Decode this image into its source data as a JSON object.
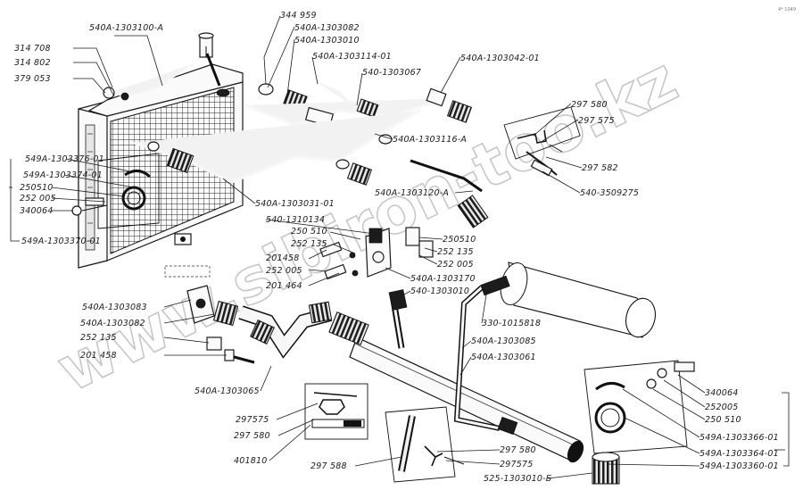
{
  "watermark": "www.sibiron-too.kz",
  "page_mark": "4* 1049",
  "labels": {
    "p540a_1303100_a": "540A-1303100-A",
    "p314708": "314 708",
    "p314802": "314 802",
    "p379053": "379 053",
    "p344959": "344 959",
    "p540a_1303082_top": "540A-1303082",
    "p540a_1303010_top": "540A-1303010",
    "p540a_1303114_01": "540A-1303114-01",
    "p540_1303067": "540-1303067",
    "p540a_1303042_01": "540A-1303042-01",
    "p297580_top": "297 580",
    "p297575_top": "297 575",
    "p297582": "297 582",
    "p540_3509275": "540-3509275",
    "p540a_1303116_a": "540A-1303116-A",
    "p540a_1303120_a": "540A-1303120-A",
    "p540a_1303031_01": "540A-1303031-01",
    "p549a_1303376_01": "549A-1303376-01",
    "p549a_1303374_01": "549A-1303374-01",
    "p250510_left": "250510",
    "p252005_left": "252 005",
    "p340064_left": "340064",
    "p549a_1303370_01": "549A-1303370-01",
    "p540_1310134": "540-1310134",
    "p250510_mid": "250 510",
    "p252135_mid": "252 135",
    "p201458_mid": "201458",
    "p252005_mid": "252 005",
    "p201464": "201 464",
    "p250510_right": "250510",
    "p252135_right": "252 135",
    "p252005_right": "252 005",
    "p540a_1303170": "540A-1303170",
    "p540_1303010_mid": "540-1303010",
    "p540a_1303083": "540A-1303083",
    "p540a_1303082_left": "540A-1303082",
    "p252135_left": "252 135",
    "p201458_left": "201 458",
    "p330_1015818": "330-1015818",
    "p540a_1303085": "540A-1303085",
    "p540a_1303061": "540A-1303061",
    "p540a_1303065": "540A-1303065",
    "p297575_low": "297575",
    "p297580_low": "297 580",
    "p401810": "401810",
    "p297588": "297 588",
    "p297580_low2": "297 580",
    "p297575_low2": "297575",
    "p525_1303010_b": "525-1303010-Б",
    "p340064_right": "340064",
    "p252005_right2": "252005",
    "p250510_right2": "250 510",
    "p549a_1303366_01": "549A-1303366-01",
    "p549a_1303364_01": "549A-1303364-01",
    "p549a_1303360_01": "549A-1303360-01"
  }
}
